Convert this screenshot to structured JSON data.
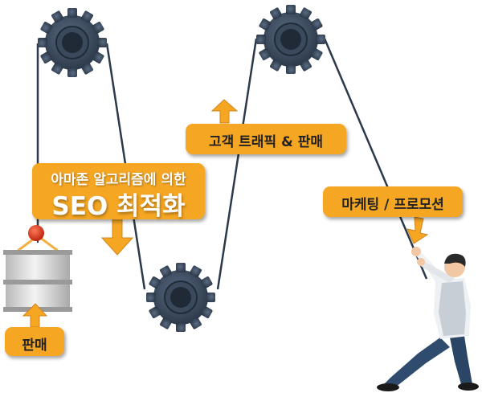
{
  "labels": {
    "seo_line1": "아마존 알고리즘에 의한",
    "seo_line2": "SEO 최적화",
    "traffic": "고객 트래픽 & 판매",
    "marketing": "마케팅 / 프로모션",
    "sales": "판매"
  },
  "colors": {
    "accent_orange": "#f5a623",
    "gear_dark": "#2e3b4b",
    "gear_mid": "#4c5c70",
    "belt": "#2b3a4a",
    "weight_grey": "#d4d4d4",
    "ball_red": "#e03a24"
  },
  "icons": [
    "gear-icon",
    "gear-icon",
    "gear-icon",
    "weight-icon",
    "arrow-icon",
    "person-pulling-icon"
  ]
}
